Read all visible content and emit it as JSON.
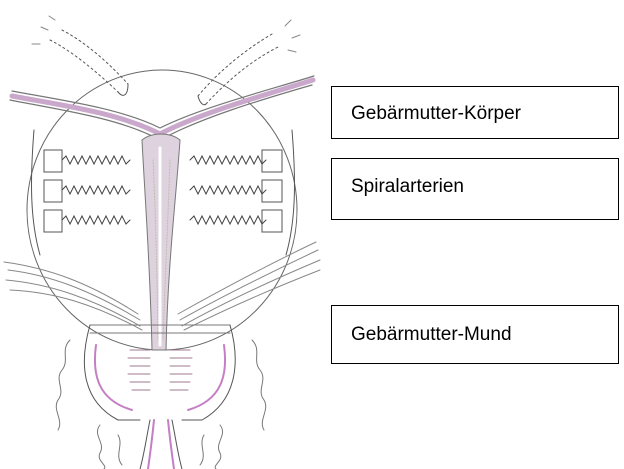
{
  "labels": {
    "uterus_body": "Gebärmutter-Körper",
    "spiral_arteries": "Spiralarterien",
    "cervix": "Gebärmutter-Mund"
  },
  "colors": {
    "line": "#555555",
    "mucosa_fill": "#ddd2de",
    "mucosa_pink": "#c9a8cc",
    "vessel_pink": "#c47fc4",
    "text": "#000000",
    "box_border": "#000000"
  }
}
